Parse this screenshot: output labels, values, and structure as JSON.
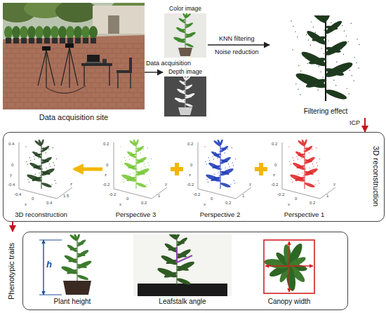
{
  "diagram": {
    "nodes": [
      {
        "text": [
          "Data acquisition site"
        ]
      },
      {
        "text": [
          "Color image"
        ]
      },
      {
        "text": [
          "Depth image"
        ]
      },
      {
        "text": [
          "Filtering effect"
        ]
      },
      {
        "text": [
          "3D reconstruction"
        ]
      },
      {
        "text": [
          "3D reconstruction"
        ],
        "in": 4
      },
      {
        "text": [
          "Perspective 3"
        ],
        "in": 4
      },
      {
        "text": [
          "Perspective 2"
        ],
        "in": 4
      },
      {
        "text": [
          "Perspective 1"
        ],
        "in": 4
      },
      {
        "text": [
          "Phenotypic traits"
        ]
      },
      {
        "text": [
          "Plant height"
        ],
        "in": 9
      },
      {
        "text": [
          "Leafstalk angle"
        ],
        "in": 9
      },
      {
        "text": [
          "Canopy width"
        ],
        "in": 9
      }
    ],
    "edges": [
      {
        "from": 0,
        "to": 2,
        "label": "Data acquisition",
        "arrow": "to"
      },
      {
        "from": 1,
        "to": 3,
        "label": "KNN filtering",
        "arrow": "to"
      },
      {
        "from": 3,
        "to": 4,
        "label": "ICP",
        "arrow": "to"
      },
      {
        "from": 6,
        "to": 5,
        "arrow": "to"
      },
      {
        "from": 4,
        "to": 9,
        "arrow": "to"
      }
    ],
    "labels": [
      "Noise reduction",
      "h",
      "0.4",
      "0",
      "-0.4",
      "y",
      "-0.4",
      "0",
      "0.4",
      "x",
      "1.5",
      "z",
      "0.2",
      "0",
      "-0.2",
      "z",
      "-0.2",
      "0",
      "0.2",
      "x",
      "1",
      "y",
      "0.2",
      "0",
      "-0.2",
      "z",
      "-0.2",
      "0",
      "0.2",
      "x",
      "1",
      "y",
      "0.2",
      "0",
      "-0.2",
      "z",
      "-0.2",
      "0",
      "0.2",
      "x",
      "1",
      "y"
    ]
  }
}
